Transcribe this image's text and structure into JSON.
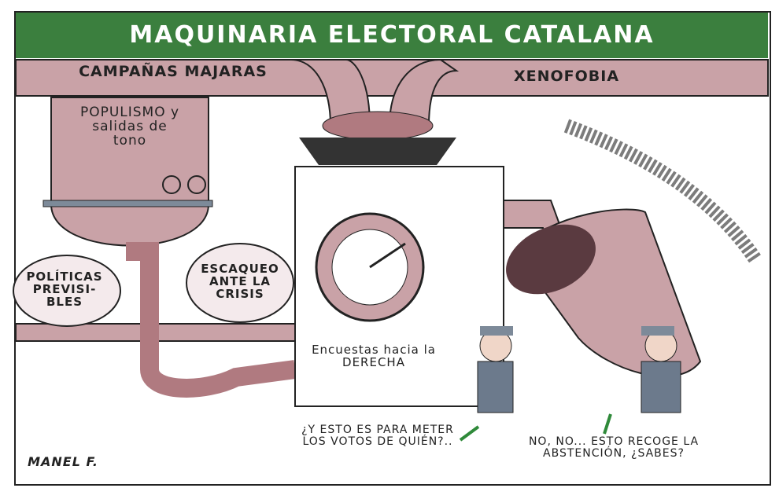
{
  "title": "MAQUINARIA ELECTORAL CATALANA",
  "labels": {
    "pipe_left": "CAMPAÑAS MAJARAS",
    "pipe_right": "XENOFOBIA",
    "tank": "POPULISMO y salidas de tono",
    "sack_left": "POLÍTICAS PREVISI-BLES",
    "sack_right": "ESCAQUEO ANTE LA CRISIS",
    "gauge": "Encuestas hacia la DERECHA"
  },
  "dialogue": {
    "worker_left": "¿Y ESTO ES PARA METER LOS VOTOS DE QUIÉN?..",
    "worker_right": "NO, NO... ESTO RECOGE LA ABSTENCIÓN, ¿SABES?"
  },
  "signature": "MANEL F.",
  "colors": {
    "banner": "#3b7f3e",
    "pipe": "#c9a2a7",
    "pipe_dark": "#8d6a70",
    "line": "#222222",
    "accent": "#2f8a3a"
  }
}
